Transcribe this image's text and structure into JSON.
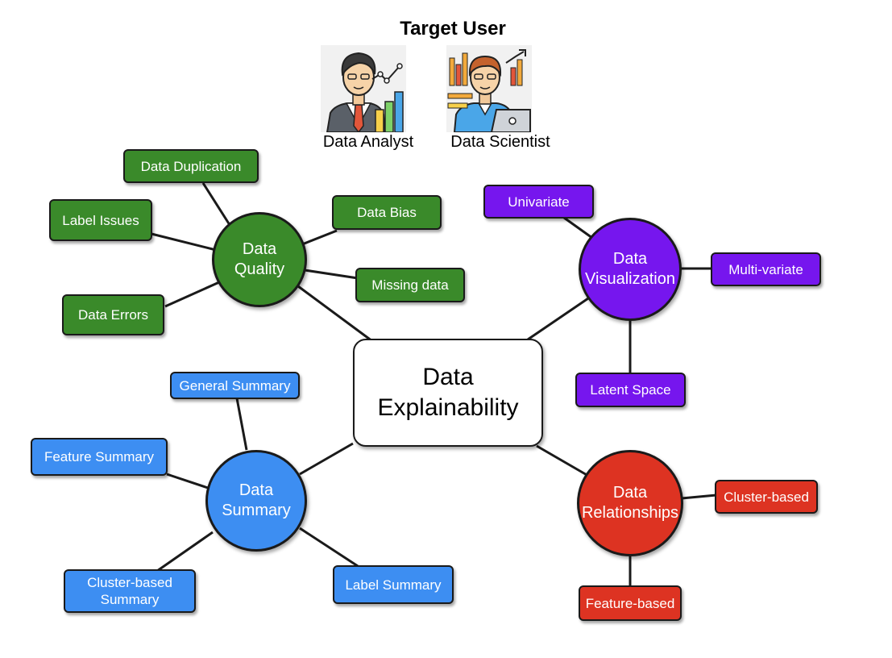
{
  "header": {
    "title": "Target User"
  },
  "users": [
    {
      "label": "Data Analyst",
      "icon": "data-analyst-icon"
    },
    {
      "label": "Data Scientist",
      "icon": "data-scientist-icon"
    }
  ],
  "center": {
    "line1": "Data",
    "line2": "Explainability"
  },
  "colors": {
    "quality": "#3a8a2a",
    "visualization": "#7616ee",
    "summary": "#3d8ef2",
    "relationships": "#dd3322"
  },
  "quality": {
    "line1": "Data",
    "line2": "Quality",
    "items": [
      "Data Duplication",
      "Label Issues",
      "Data Bias",
      "Missing data",
      "Data Errors"
    ]
  },
  "visualization": {
    "line1": "Data",
    "line2": "Visualization",
    "items": [
      "Univariate",
      "Multi-variate",
      "Latent Space"
    ]
  },
  "summary": {
    "line1": "Data",
    "line2": "Summary",
    "items": [
      "General Summary",
      "Feature Summary",
      "Cluster-based",
      "Summary",
      "Label Summary"
    ]
  },
  "relationships": {
    "line1": "Data",
    "line2": "Relationships",
    "items": [
      "Cluster-based",
      "Feature-based"
    ]
  }
}
